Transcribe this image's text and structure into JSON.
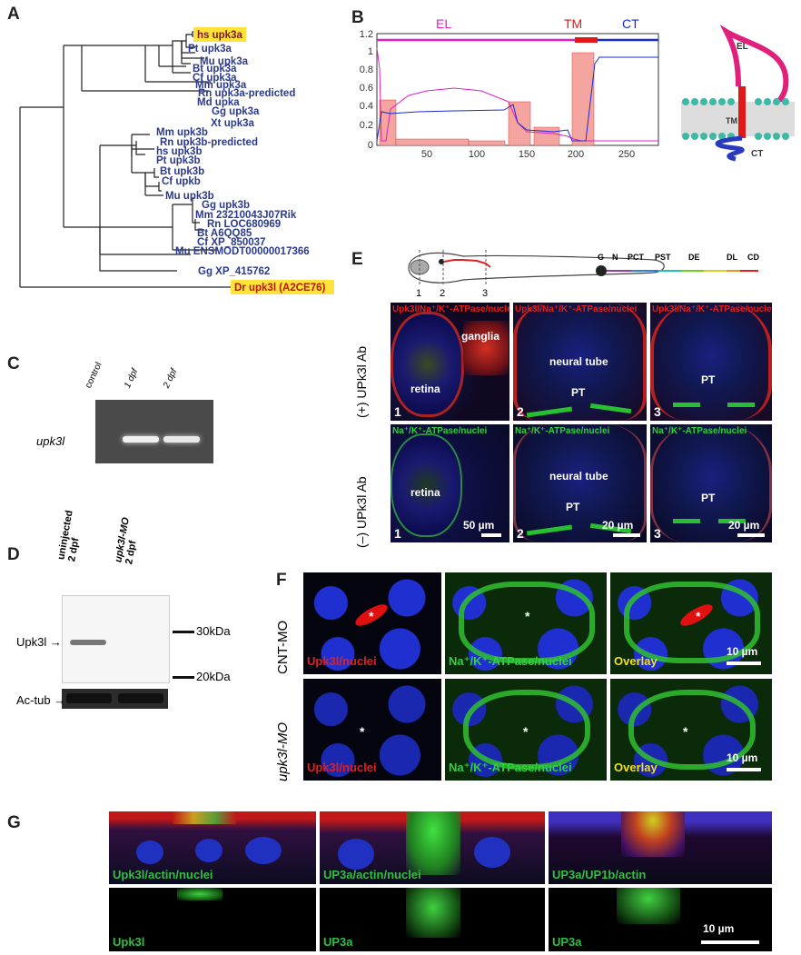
{
  "panels": {
    "A": "A",
    "B": "B",
    "C": "C",
    "D": "D",
    "E": "E",
    "F": "F",
    "G": "G"
  },
  "tree": {
    "leaves": [
      {
        "text": "hs upk3a",
        "highlight": true
      },
      {
        "text": "Pt upk3a"
      },
      {
        "text": "Mu upk3a"
      },
      {
        "text": "Bt upk3a"
      },
      {
        "text": "Cf upk3a"
      },
      {
        "text": "Mm upk3a"
      },
      {
        "text": "Rn upk3a-predicted"
      },
      {
        "text": "Md upka"
      },
      {
        "text": "Gg upk3a"
      },
      {
        "text": "Xt upk3a"
      },
      {
        "text": "Mm upk3b"
      },
      {
        "text": "Rn upk3b-predicted"
      },
      {
        "text": "hs upk3b"
      },
      {
        "text": "Pt upk3b"
      },
      {
        "text": "Bt upk3b"
      },
      {
        "text": "Cf upkb"
      },
      {
        "text": "Mu upk3b"
      },
      {
        "text": "Gg upk3b"
      },
      {
        "text": "Mm 23210043J07Rik"
      },
      {
        "text": "Rn LOC680969"
      },
      {
        "text": "Bt A6QQ85"
      },
      {
        "text": "Cf XP_850037"
      },
      {
        "text": "Mu ENSMODT00000017366"
      },
      {
        "text": "Gg XP_415762"
      },
      {
        "text": "Dr upk3l (A2CE76)",
        "highlight": true
      }
    ]
  },
  "hydro": {
    "regions": {
      "el": "EL",
      "tm": "TM",
      "ct": "CT"
    },
    "y_ticks": [
      "1.2",
      "1",
      "0.8",
      "0.6",
      "0.4",
      "0.2",
      "0"
    ],
    "x_ticks": [
      "50",
      "100",
      "150",
      "200",
      "250"
    ],
    "colors": {
      "el": "#e020c8",
      "tm": "#e01818",
      "ct": "#1a2ad0"
    },
    "cartoon": {
      "el": "EL",
      "tm": "TM",
      "ct": "CT"
    }
  },
  "gel": {
    "row_label": "upk3l",
    "lanes": [
      "control",
      "1 dpf",
      "2 dpf"
    ]
  },
  "western": {
    "lanes": [
      "uninjected\n2 dpf",
      "upk3l-MO\n2 dpf"
    ],
    "lane1": "uninjected",
    "lane1b": "2 dpf",
    "lane2": "upk3l-MO",
    "lane2b": "2 dpf",
    "band_label": "Upk3l",
    "loading_label": "Ac-tub",
    "marker_30": "30kDa",
    "marker_20": "20kDa"
  },
  "embryo": {
    "sections": [
      "1",
      "2",
      "3"
    ],
    "segments": [
      "G",
      "N",
      "PCT",
      "PST",
      "DE",
      "DL",
      "CD"
    ]
  },
  "E": {
    "row_plus": "(+) UPk3l Ab",
    "row_minus": "(–) UPk3l Ab",
    "top_label": "Upk3l/Na⁺/K⁺-ATPase/nuclei",
    "bot_label": "Na⁺/K⁺-ATPase/nuclei",
    "t1_ganglia": "ganglia",
    "t1_retina": "retina",
    "t2_neural": "neural tube",
    "pt": "PT",
    "b1_retina": "retina",
    "b2_neural": "neural tube",
    "scale_50": "50 µm",
    "scale_20a": "20 µm",
    "scale_20b": "20 µm",
    "num1": "1",
    "num2": "2",
    "num3": "3"
  },
  "F": {
    "row1": "CNT-MO",
    "row2": "upk3l-MO",
    "c1": "Upk3l/nuclei",
    "c2": "Na⁺/K⁺-ATPase/nuclei",
    "c3": "Overlay",
    "scale": "10 µm",
    "star": "*"
  },
  "G": {
    "t1": "Upk3l/actin/nuclei",
    "t2": "UP3a/actin/nuclei",
    "t3": "UP3a/UP1b/actin",
    "b1": "Upk3l",
    "b2": "UP3a",
    "b3": "UP3a",
    "scale": "10 µm"
  }
}
